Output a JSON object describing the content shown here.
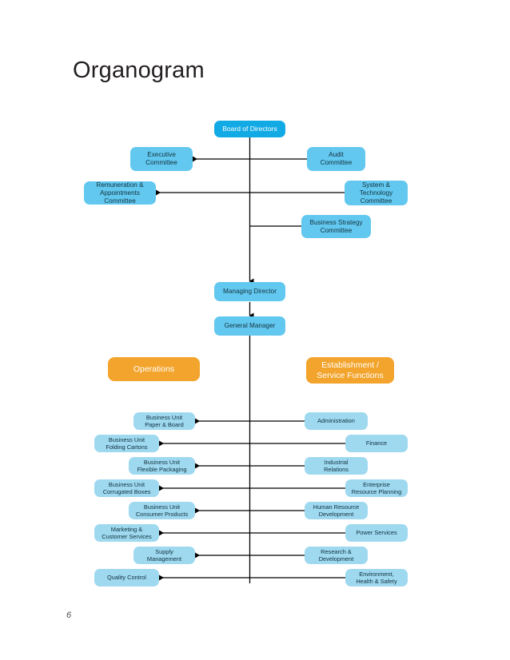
{
  "page": {
    "title": "Organogram",
    "page_number": "6",
    "background_color": "#ffffff"
  },
  "colors": {
    "root_box": "#12AAE5",
    "mid_box": "#62C8EF",
    "leaf_box": "#9ED9F0",
    "section_box": "#F2A42C",
    "connector": "#000000",
    "title_text": "#231f20"
  },
  "chart_data": {
    "type": "diagram",
    "title": "Organogram",
    "root": {
      "label": "Board of Directors"
    },
    "board_committees": [
      {
        "label": "Executive\nCommittee",
        "side": "left"
      },
      {
        "label": "Audit\nCommittee",
        "side": "right"
      },
      {
        "label": "Remuneration &\nAppointments Committee",
        "side": "left"
      },
      {
        "label": "System & Technology\nCommittee",
        "side": "right"
      },
      {
        "label": "Business Strategy\nCommittee",
        "side": "right"
      }
    ],
    "management_chain": [
      {
        "label": "Managing Director"
      },
      {
        "label": "General Manager"
      }
    ],
    "sections": [
      {
        "label": "Operations",
        "side": "left"
      },
      {
        "label": "Establishment /\nService Functions",
        "side": "right"
      }
    ],
    "operations_units": [
      {
        "label": "Business Unit\nPaper & Board"
      },
      {
        "label": "Business Unit\nFolding Cartons"
      },
      {
        "label": "Business Unit\nFlexible Packaging"
      },
      {
        "label": "Business Unit\nCorrugated Boxes"
      },
      {
        "label": "Business Unit\nConsumer Products"
      },
      {
        "label": "Marketing &\nCustomer Services"
      },
      {
        "label": "Supply\nManagement"
      },
      {
        "label": "Quality Control"
      }
    ],
    "service_functions": [
      {
        "label": "Administration"
      },
      {
        "label": "Finance"
      },
      {
        "label": "Industrial\nRelations"
      },
      {
        "label": "Enterprise\nResource Planning"
      },
      {
        "label": "Human Resource\nDevelopment"
      },
      {
        "label": "Power Services"
      },
      {
        "label": "Research &\nDevelopment"
      },
      {
        "label": "Environment,\nHealth & Safety"
      }
    ]
  }
}
